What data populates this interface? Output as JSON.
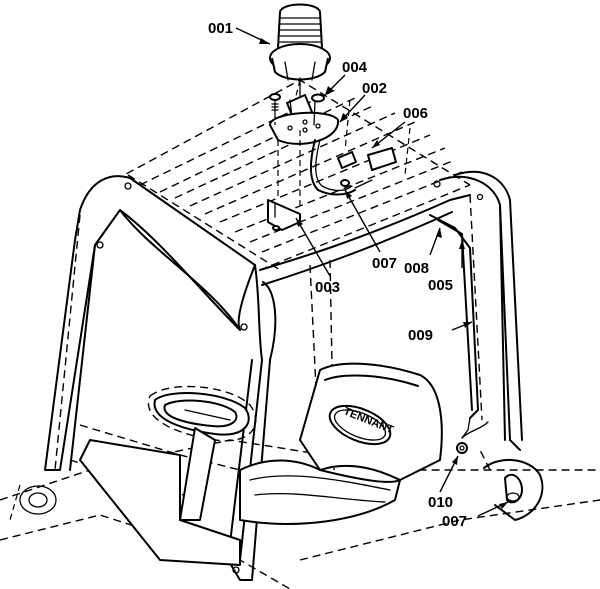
{
  "callouts": [
    {
      "id": "c001",
      "label": "001"
    },
    {
      "id": "c004",
      "label": "004"
    },
    {
      "id": "c002",
      "label": "002"
    },
    {
      "id": "c006",
      "label": "006"
    },
    {
      "id": "c007a",
      "label": "007"
    },
    {
      "id": "c008",
      "label": "008"
    },
    {
      "id": "c005",
      "label": "005"
    },
    {
      "id": "c003",
      "label": "003"
    },
    {
      "id": "c009",
      "label": "009"
    },
    {
      "id": "c010",
      "label": "010"
    },
    {
      "id": "c007b",
      "label": "007"
    }
  ],
  "seat_logo": "TENNANT"
}
